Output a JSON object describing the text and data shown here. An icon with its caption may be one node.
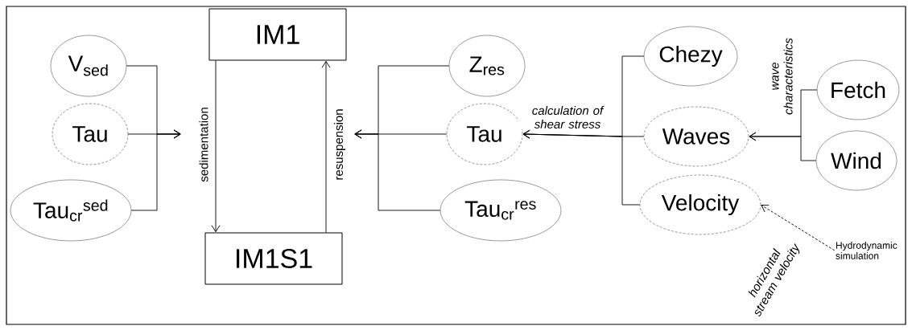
{
  "diagram": {
    "nodes": [
      {
        "text": [
          "IM1"
        ]
      },
      {
        "text": [
          "IM1S1"
        ]
      },
      {
        "text": [
          "V$_{sed}$"
        ]
      },
      {
        "text": [
          "Tau"
        ]
      },
      {
        "text": [
          "Tau$_{cr}$$^{sed}$"
        ]
      },
      {
        "text": [
          "Z$_{res}$"
        ]
      },
      {
        "text": [
          "Tau"
        ]
      },
      {
        "text": [
          "Tau$_{cr}$$^{res}$"
        ]
      },
      {
        "text": [
          "Chezy"
        ]
      },
      {
        "text": [
          "Waves"
        ]
      },
      {
        "text": [
          "Velocity"
        ]
      },
      {
        "text": [
          "Fetch"
        ]
      },
      {
        "text": [
          "Wind"
        ]
      },
      {
        "text": [
          "Hydrodynamic simulation"
        ]
      }
    ],
    "edges": [
      {
        "from": 0,
        "to": 1,
        "arrow": "to",
        "label": "sedimentation"
      },
      {
        "from": 1,
        "to": 0,
        "arrow": "to",
        "label": "resuspension"
      },
      {
        "from": 2,
        "to": null,
        "arrow": "to"
      },
      {
        "from": 3,
        "to": null,
        "arrow": "to"
      },
      {
        "from": 4,
        "to": null,
        "arrow": "to"
      },
      {
        "from": 5,
        "to": null,
        "arrow": "to"
      },
      {
        "from": 6,
        "to": null,
        "arrow": "to"
      },
      {
        "from": 7,
        "to": null,
        "arrow": "to"
      },
      {
        "from": 8,
        "to": 6,
        "arrow": "to"
      },
      {
        "from": 9,
        "to": 6,
        "arrow": "to",
        "label": "calculation of shear stress"
      },
      {
        "from": 10,
        "to": 6,
        "arrow": "to"
      },
      {
        "from": 11,
        "to": 9,
        "arrow": "to",
        "label": "wave characteristics"
      },
      {
        "from": 12,
        "to": 9,
        "arrow": "to"
      },
      {
        "from": 13,
        "to": 10,
        "arrow": "to",
        "style": "dashed",
        "label": "horizontal stream velocity"
      }
    ]
  }
}
